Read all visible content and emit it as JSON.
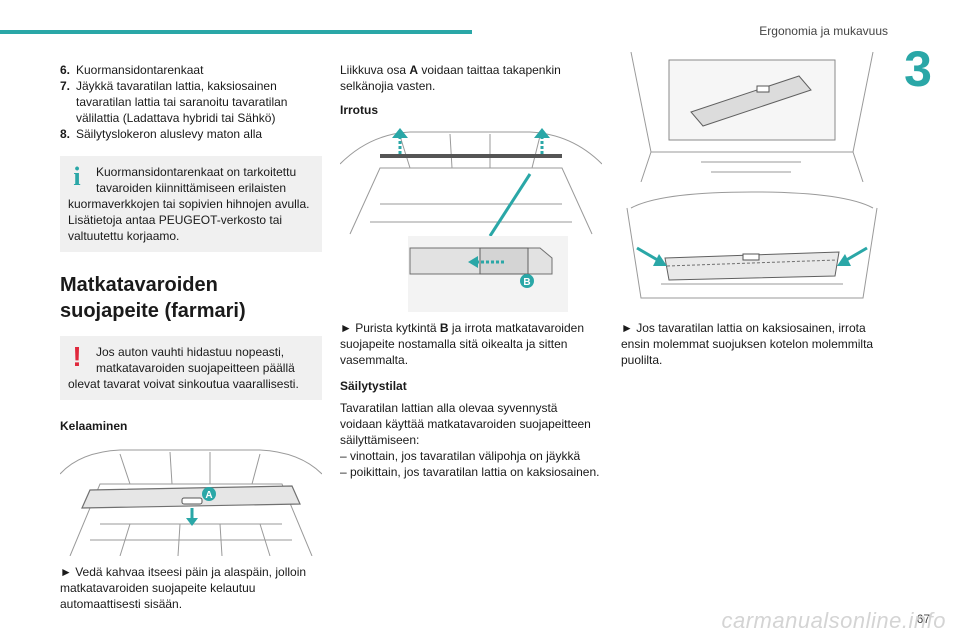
{
  "header": {
    "section_title": "Ergonomia ja mukavuus",
    "chapter": "3"
  },
  "col1": {
    "items": [
      {
        "num": "6.",
        "text": "Kuormansidontarenkaat"
      },
      {
        "num": "7.",
        "text": "Jäykkä tavaratilan lattia, kaksiosainen tavaratilan lattia tai saranoitu tavaratilan välilattia (Ladattava hybridi tai Sähkö)"
      },
      {
        "num": "8.",
        "text": "Säilytyslokeron aluslevy maton alla"
      }
    ],
    "info_note_first": "Kuormansidontarenkaat on tarkoitettu tavaroiden kiinnittämiseen erilaisten",
    "info_note_rest": "kuormaverkkojen tai sopivien hihnojen avulla. Lisätietoja antaa PEUGEOT-verkosto tai valtuutettu korjaamo.",
    "heading": "Matkatavaroiden suojapeite (farmari)",
    "warn_note_first": "Jos auton vauhti hidastuu nopeasti, matkatavaroiden suojapeitteen päällä",
    "warn_note_rest": "olevat tavarat voivat sinkoutua vaarallisesti.",
    "subheading": "Kelaaminen",
    "figure_label": "A",
    "step_text": "► Vedä kahvaa itseesi päin ja alaspäin, jolloin matkatavaroiden suojapeite kelautuu automaattisesti sisään."
  },
  "col2": {
    "intro_pre": "Liikkuva osa ",
    "intro_bold": "A",
    "intro_post": " voidaan taittaa takapenkin selkänojia vasten.",
    "subheading_removal": "Irrotus",
    "figure_label": "B",
    "step_pre": "► Purista kytkintä ",
    "step_bold": "B",
    "step_post": " ja irrota matkatavaroiden suojapeite nostamalla sitä oikealta ja sitten vasemmalta.",
    "subheading_storage": "Säilytystilat",
    "storage_text": "Tavaratilan lattian alla olevaa syvennystä voidaan käyttää matkatavaroiden suojapeitteen säilyttämiseen:",
    "storage_items": [
      "– vinottain, jos tavaratilan välipohja on jäykkä",
      "– poikittain, jos tavaratilan lattia on kaksiosainen."
    ]
  },
  "col3": {
    "step_text": "► Jos tavaratilan lattia on kaksiosainen, irrota ensin molemmat suojuksen kotelon molemmilta puolilta."
  },
  "footer": {
    "page_number": "67",
    "watermark": "carmanualsonline.info"
  },
  "colors": {
    "accent": "#2aa7a7",
    "warning": "#e0283c",
    "note_bg": "#f0f0f0"
  }
}
